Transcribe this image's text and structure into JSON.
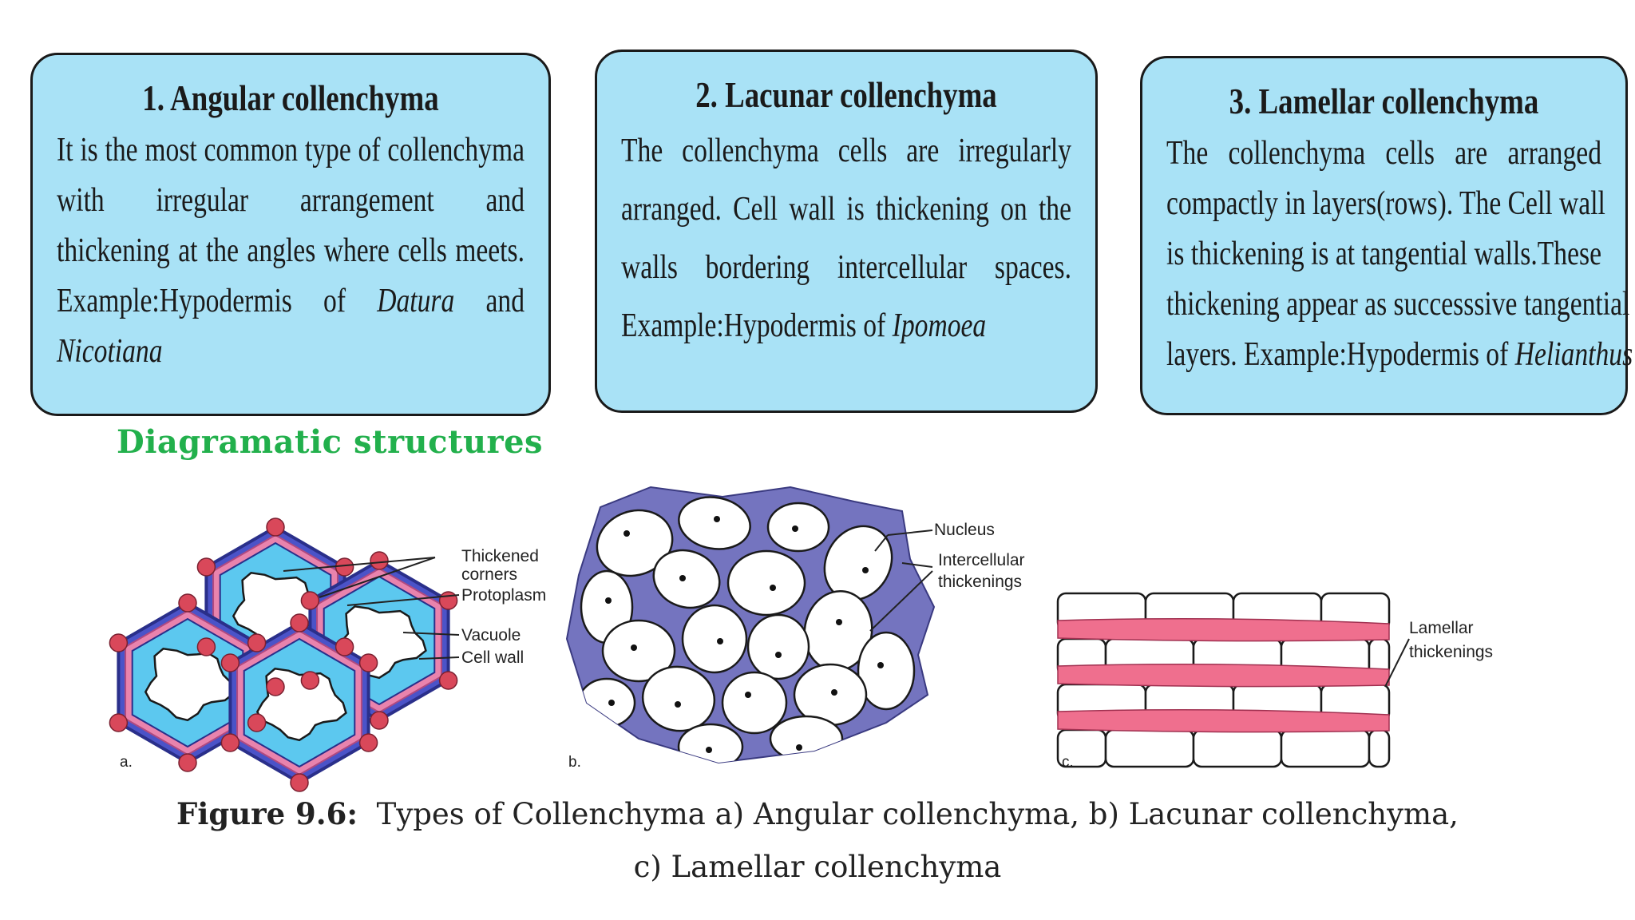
{
  "cards": [
    {
      "title": "1. Angular collenchyma",
      "lines": [
        "It is the most common type of collenchyma",
        "with irregular arrangement and",
        "thickening at the angles where cells meets.",
        "Example:Hypodermis of |Datura| and",
        "|Nicotiana|"
      ]
    },
    {
      "title": "2. Lacunar collenchyma",
      "lines": [
        "The collenchyma cells are irregularly",
        "arranged. Cell wall is thickening on the",
        "walls bordering intercellular spaces.",
        "Example:Hypodermis of |Ipomoea|"
      ]
    },
    {
      "title": "3. Lamellar collenchyma",
      "lines": [
        "The collenchyma cells are arranged",
        "compactly in layers(rows). The Cell wall",
        "is thickening is at tangential walls.These",
        "thickening appear as successsive tangential",
        "layers. Example:Hypodermis of |Helianthus|"
      ]
    }
  ],
  "section_heading": "Diagramatic structures",
  "diagram_a": {
    "sublabel": "a.",
    "labels": [
      "Thickened",
      "corners",
      "Protoplasm",
      "Vacuole",
      "Cell wall"
    ]
  },
  "diagram_b": {
    "sublabel": "b.",
    "labels": [
      "Nucleus",
      "Intercellular",
      "thickenings"
    ]
  },
  "diagram_c": {
    "sublabel": "c.",
    "labels": [
      "Lamellar",
      "thickenings"
    ]
  },
  "caption": {
    "figure_label": "Figure 9.6:",
    "line1": "Types of Collenchyma a) Angular collenchyma, b) Lacunar collenchyma,",
    "line2": "c) Lamellar collenchyma"
  },
  "colors": {
    "card_fill": "#a9e2f6",
    "heading_green": "#22b04c",
    "cell_wall_blue": "#4b53c8",
    "corner_red": "#d9485a",
    "wall_pink": "#e983ad",
    "protoplasm_cyan": "#5cc8ef",
    "lacunar_fill": "#7474bf",
    "lamellar_pink": "#ef6f8e"
  }
}
